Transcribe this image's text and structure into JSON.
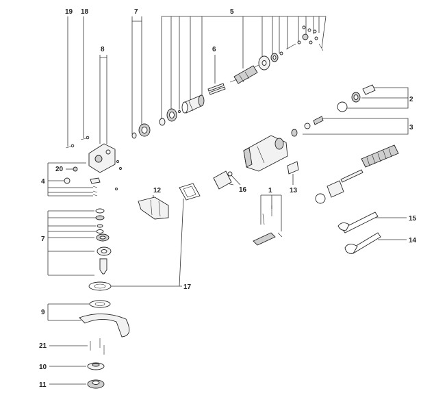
{
  "callouts": {
    "c1": "1",
    "c2": "2",
    "c3": "3",
    "c4": "4",
    "c5": "5",
    "c6": "6",
    "c7a": "7",
    "c7b": "7",
    "c8": "8",
    "c9": "9",
    "c10": "10",
    "c11": "11",
    "c12": "12",
    "c13": "13",
    "c14": "14",
    "c15": "15",
    "c16": "16",
    "c17": "17",
    "c18": "18",
    "c19": "19",
    "c20": "20",
    "c21": "21"
  }
}
